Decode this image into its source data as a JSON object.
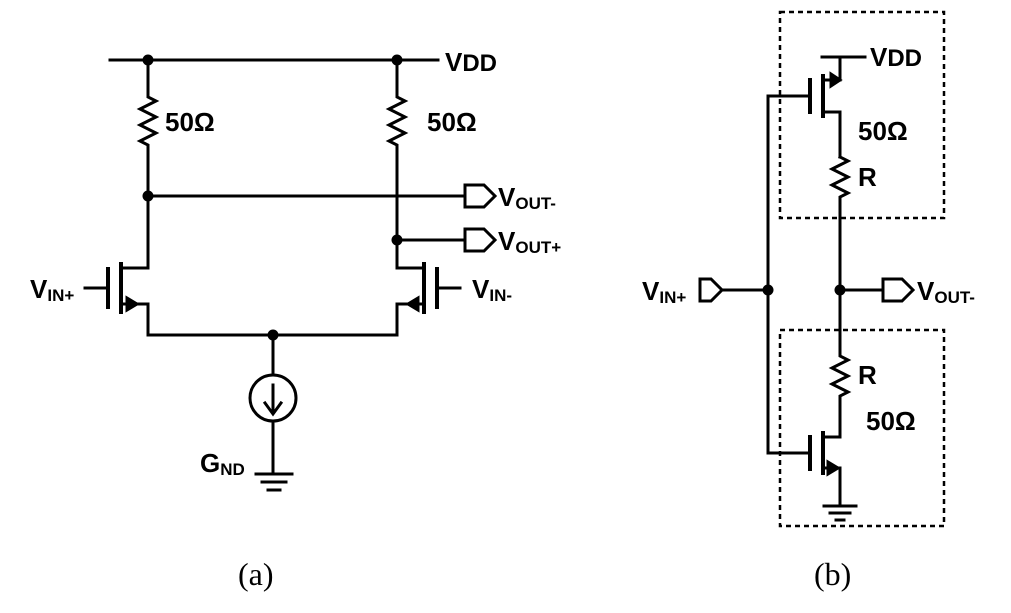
{
  "panel_a": {
    "caption": "(a)",
    "resistor_left_label": "50Ω",
    "resistor_right_label": "50Ω",
    "vdd": {
      "main": "V",
      "sub": "DD"
    },
    "vout_minus": {
      "main": "V",
      "sub": "OUT-"
    },
    "vout_plus": {
      "main": "V",
      "sub": "OUT+"
    },
    "vin_plus": {
      "main": "V",
      "sub": "IN+"
    },
    "vin_minus": {
      "main": "V",
      "sub": "IN-"
    },
    "gnd": {
      "main": "G",
      "sub": "ND"
    }
  },
  "panel_b": {
    "caption": "(b)",
    "vdd": {
      "main": "V",
      "sub": "DD"
    },
    "top_box_label": "50Ω",
    "top_resistor_label": "R",
    "bottom_resistor_label": "R",
    "bottom_box_label": "50Ω",
    "vin_plus": {
      "main": "V",
      "sub": "IN+"
    },
    "vout_minus": {
      "main": "V",
      "sub": "OUT-"
    }
  }
}
